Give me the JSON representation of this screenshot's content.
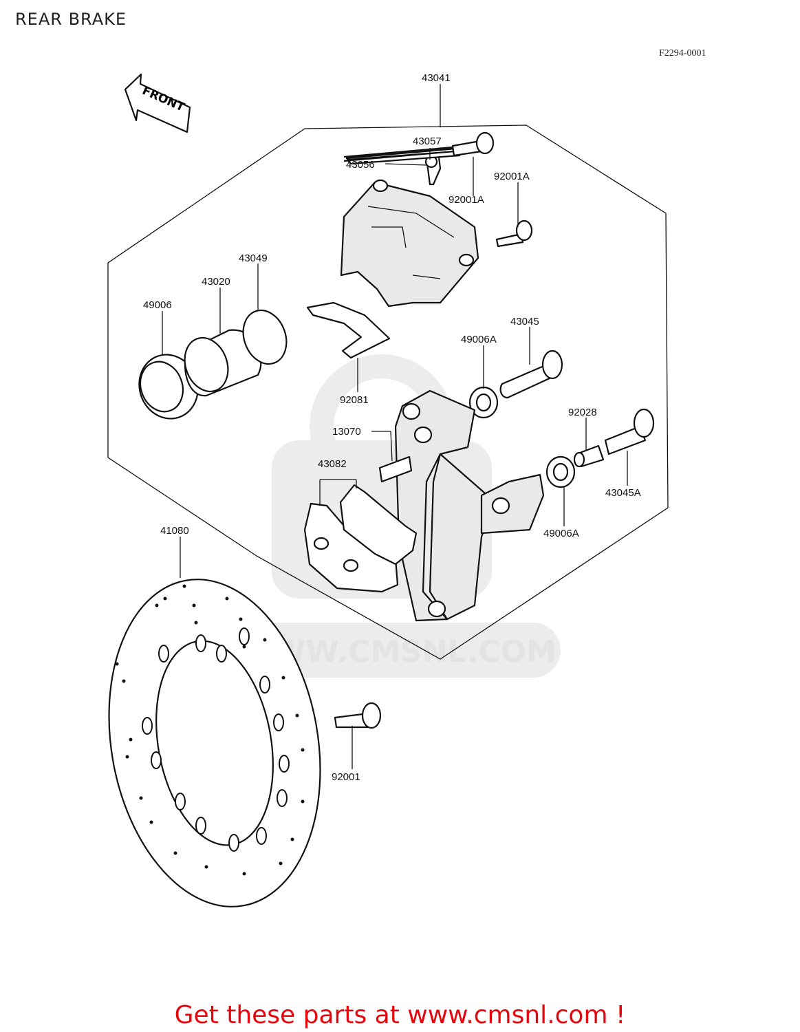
{
  "title": "REAR BRAKE",
  "figure_code": "F2294-0001",
  "front_marker": "FRONT",
  "watermark": "WWW.CMSNL.COM",
  "footer_link": "Get these parts at www.cmsnl.com !",
  "labels": {
    "l43041": "43041",
    "l43057": "43057",
    "l43056": "43056",
    "l92001A_1": "92001A",
    "l92001A_2": "92001A",
    "l43049": "43049",
    "l43020": "43020",
    "l49006": "49006",
    "l92081": "92081",
    "l43045": "43045",
    "l49006A_1": "49006A",
    "l92028": "92028",
    "l13070": "13070",
    "l43082": "43082",
    "l43045A": "43045A",
    "l49006A_2": "49006A",
    "l41080": "41080",
    "l92001": "92001"
  }
}
